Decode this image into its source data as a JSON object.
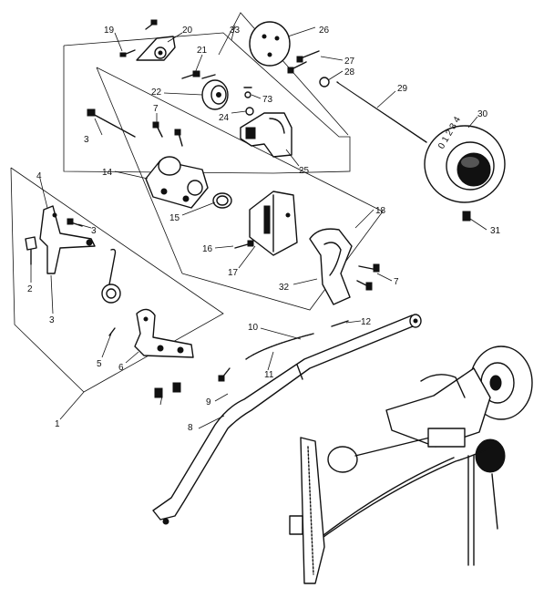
{
  "diagram": {
    "callouts": {
      "p1": "1",
      "p2": "2",
      "p3a": "3",
      "p3b": "3",
      "p3c": "3",
      "p4": "4",
      "p5": "5",
      "p6": "6",
      "p7a": "7",
      "p7b": "7",
      "p8": "8",
      "p9": "9",
      "p10": "10",
      "p11": "11",
      "p12": "12",
      "p14": "14",
      "p15": "15",
      "p16": "16",
      "p17": "17",
      "p18": "18",
      "p19": "19",
      "p20": "20",
      "p21": "21",
      "p22": "22",
      "p24": "24",
      "p25": "25",
      "p26": "26",
      "p27": "27",
      "p28": "28",
      "p29": "29",
      "p30": "30",
      "p31": "31",
      "p32": "32",
      "p33": "33",
      "p73": "73"
    },
    "dial_marks": "0 1 2 3 4"
  }
}
